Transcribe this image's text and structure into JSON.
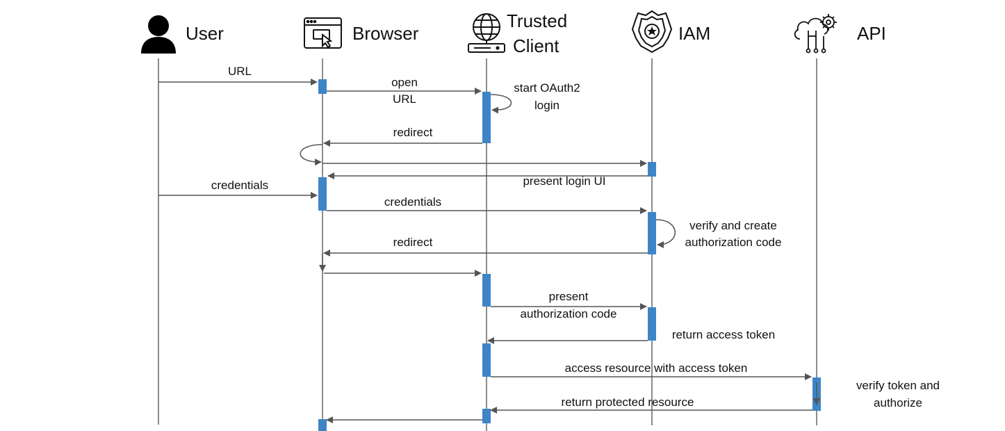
{
  "diagram": {
    "actors": [
      {
        "id": "user",
        "label": "User",
        "icon": "person-icon"
      },
      {
        "id": "browser",
        "label": "Browser",
        "icon": "browser-window-icon"
      },
      {
        "id": "client",
        "label_line1": "Trusted",
        "label_line2": "Client",
        "icon": "globe-server-icon"
      },
      {
        "id": "iam",
        "label": "IAM",
        "icon": "police-badge-icon"
      },
      {
        "id": "api",
        "label": "API",
        "icon": "cloud-gear-icon"
      }
    ],
    "messages": {
      "m1": "URL",
      "m2a": "open",
      "m2b": "URL",
      "m3a": "start OAuth2",
      "m3b": "login",
      "m4": "redirect",
      "m6": "present login UI",
      "m7": "credentials",
      "m8": "credentials",
      "m9a": "verify and create",
      "m9b": "authorization code",
      "m10": "redirect",
      "m12a": "present",
      "m12b": "authorization code",
      "m13": "return access token",
      "m14": "access resource with access token",
      "m15a": "verify token and",
      "m15b": "authorize",
      "m16": "return protected resource"
    },
    "colors": {
      "activation": "#3d85c6",
      "lifeline": "#666666",
      "arrow": "#555555"
    }
  }
}
